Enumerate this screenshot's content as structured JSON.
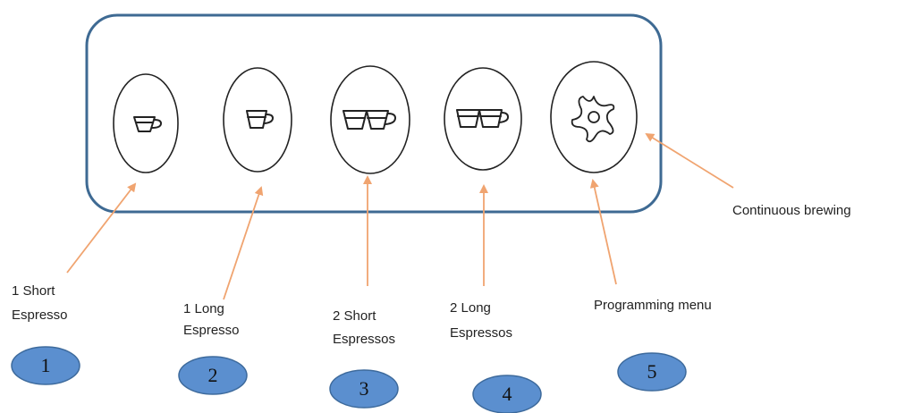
{
  "colors": {
    "panel_border": "#3e6a93",
    "arrow": "#f0a470",
    "badge_fill": "#5b8fcf",
    "badge_border": "#3d6a9c",
    "button_stroke": "#222222",
    "text": "#222222"
  },
  "buttons": [
    {
      "icon": "short-cup-icon",
      "cups": 1
    },
    {
      "icon": "long-cup-icon",
      "cups": 1
    },
    {
      "icon": "two-short-cups-icon",
      "cups": 2
    },
    {
      "icon": "two-long-cups-icon",
      "cups": 2
    },
    {
      "icon": "star-icon",
      "cups": 0
    }
  ],
  "labels": {
    "one_short": [
      "1 Short",
      "Espresso"
    ],
    "one_long": [
      "1 Long",
      "Espresso"
    ],
    "two_short": [
      "2 Short",
      "Espressos"
    ],
    "two_long": [
      "2 Long",
      "Espressos"
    ],
    "programming": "Programming menu",
    "continuous": "Continuous brewing"
  },
  "badges": [
    "1",
    "2",
    "3",
    "4",
    "5"
  ]
}
